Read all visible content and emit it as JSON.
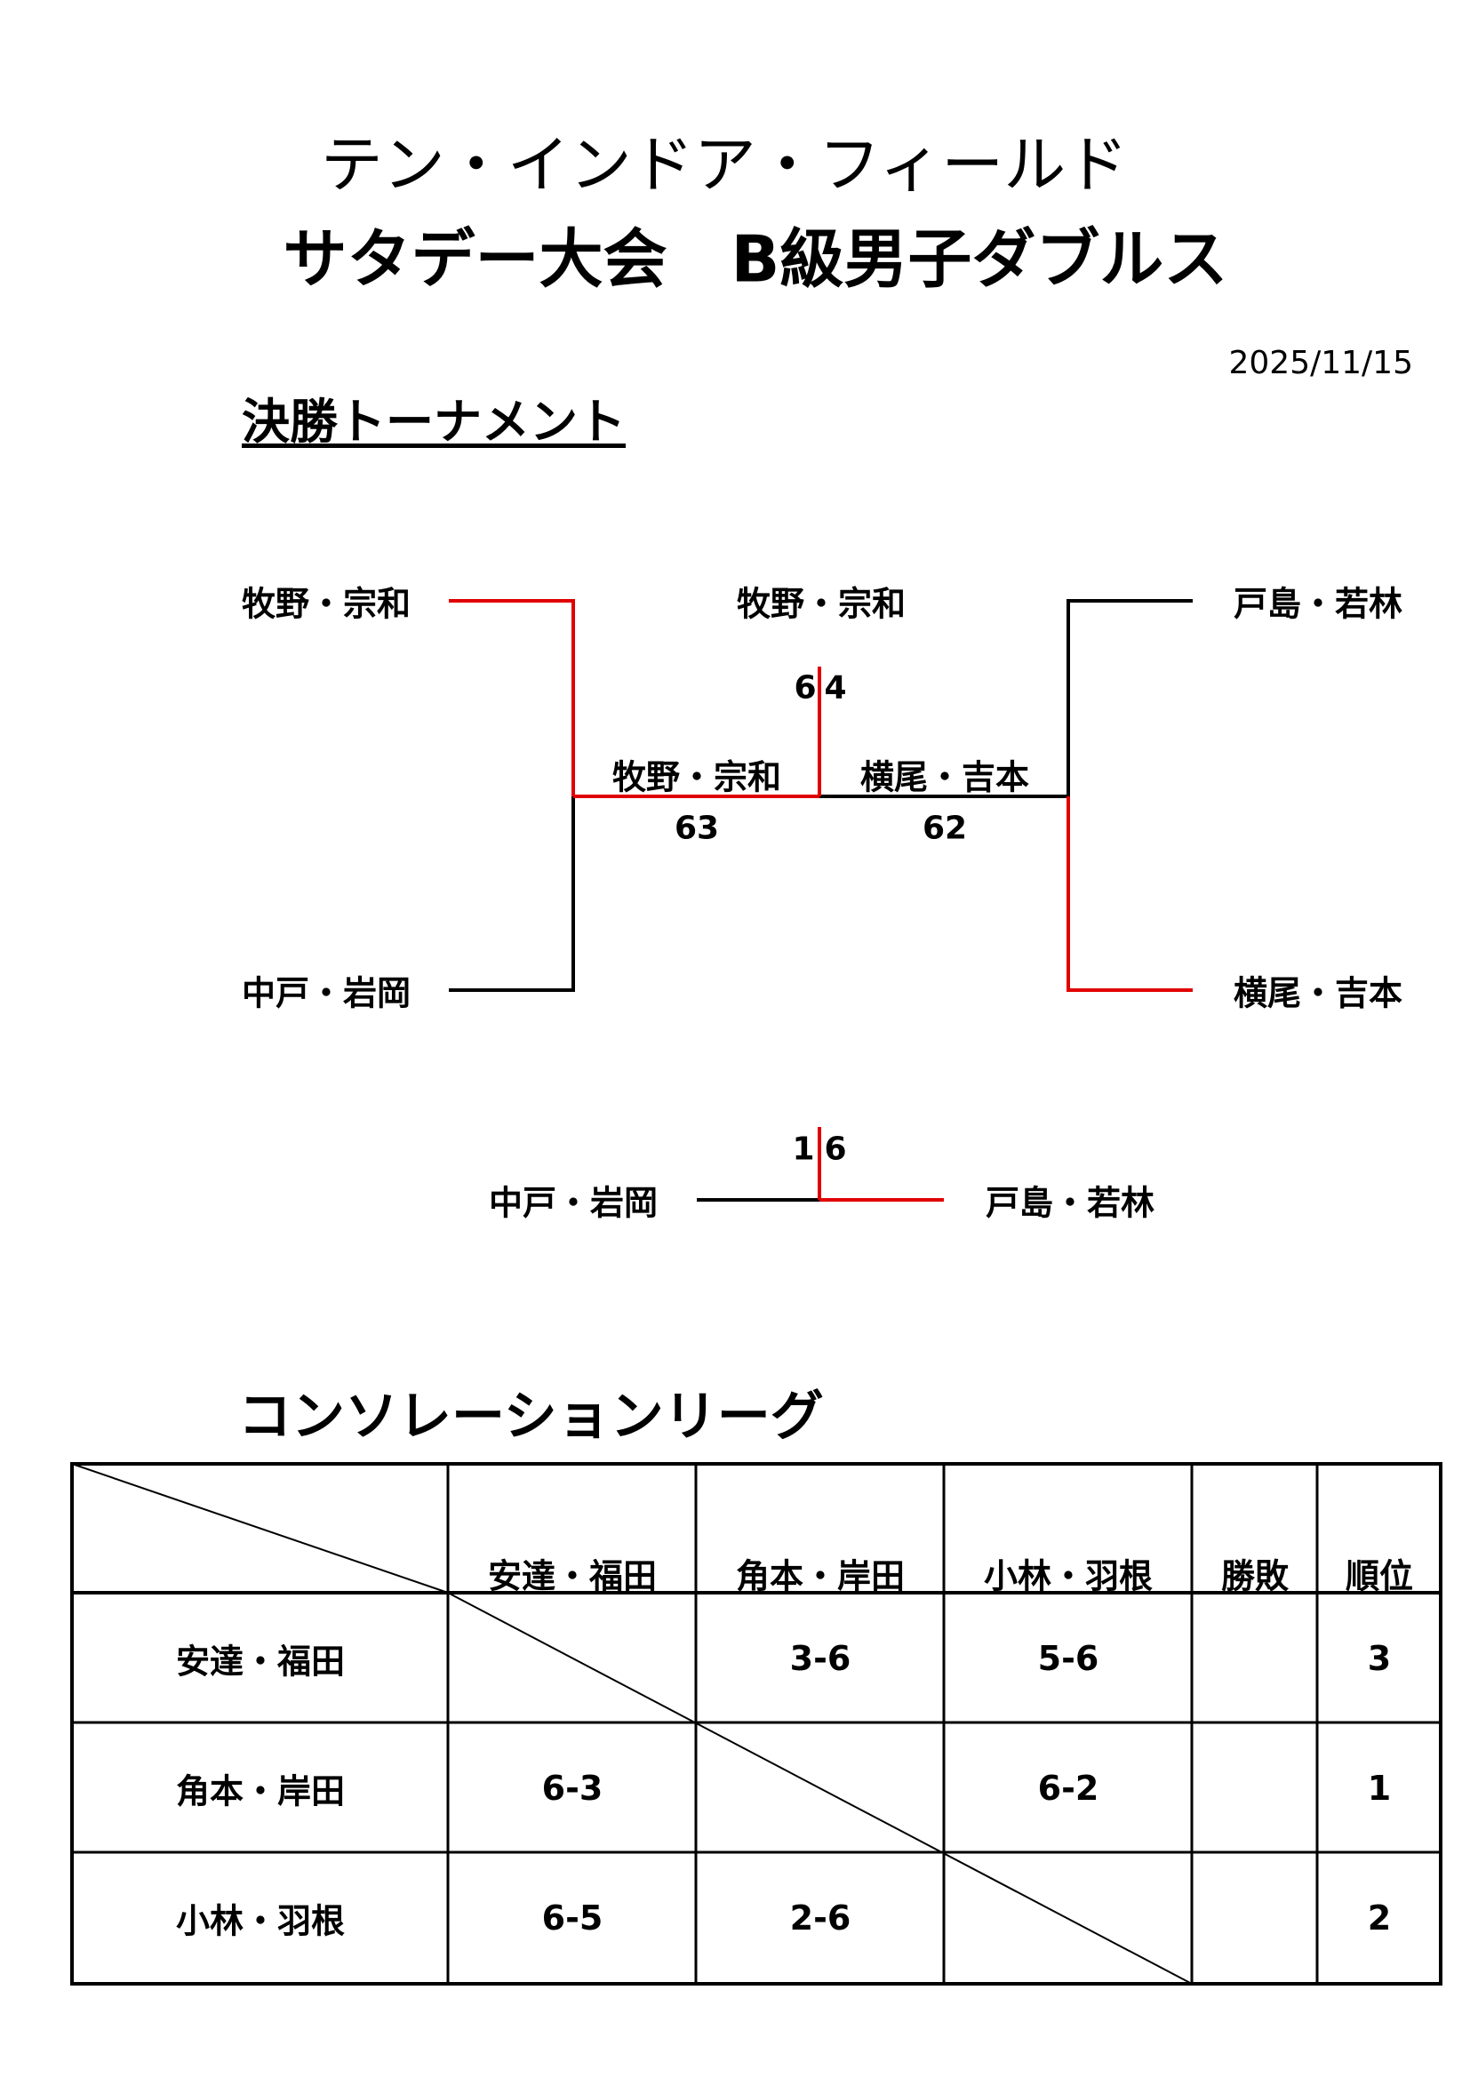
{
  "title": {
    "line1": "テン・インドア・フィールド",
    "line2": "サタデー大会　B級男子ダブルス"
  },
  "date": "2025/11/15",
  "tournament": {
    "heading": "決勝トーナメント",
    "left_top": "牧野・宗和",
    "left_bottom": "中戸・岩岡",
    "right_top": "戸島・若林",
    "right_bottom": "横尾・吉本",
    "semi_left_winner": "牧野・宗和",
    "semi_left_score": "63",
    "semi_right_winner": "横尾・吉本",
    "semi_right_score": "62",
    "champion": "牧野・宗和",
    "final_score_left": "6",
    "final_score_right": "4",
    "third_place": {
      "left": "中戸・岩岡",
      "right": "戸島・若林",
      "score_left": "1",
      "score_right": "6"
    },
    "winner_color": "#e00000"
  },
  "league": {
    "heading": "コンソレーションリーグ",
    "columns": [
      "安達・福田",
      "角本・岸田",
      "小林・羽根",
      "勝敗",
      "順位"
    ],
    "rows": [
      {
        "team": "安達・福田",
        "results": [
          "",
          "3-6",
          "5-6"
        ],
        "record": "",
        "rank": "3"
      },
      {
        "team": "角本・岸田",
        "results": [
          "6-3",
          "",
          "6-2"
        ],
        "record": "",
        "rank": "1"
      },
      {
        "team": "小林・羽根",
        "results": [
          "6-5",
          "2-6",
          ""
        ],
        "record": "",
        "rank": "2"
      }
    ]
  }
}
